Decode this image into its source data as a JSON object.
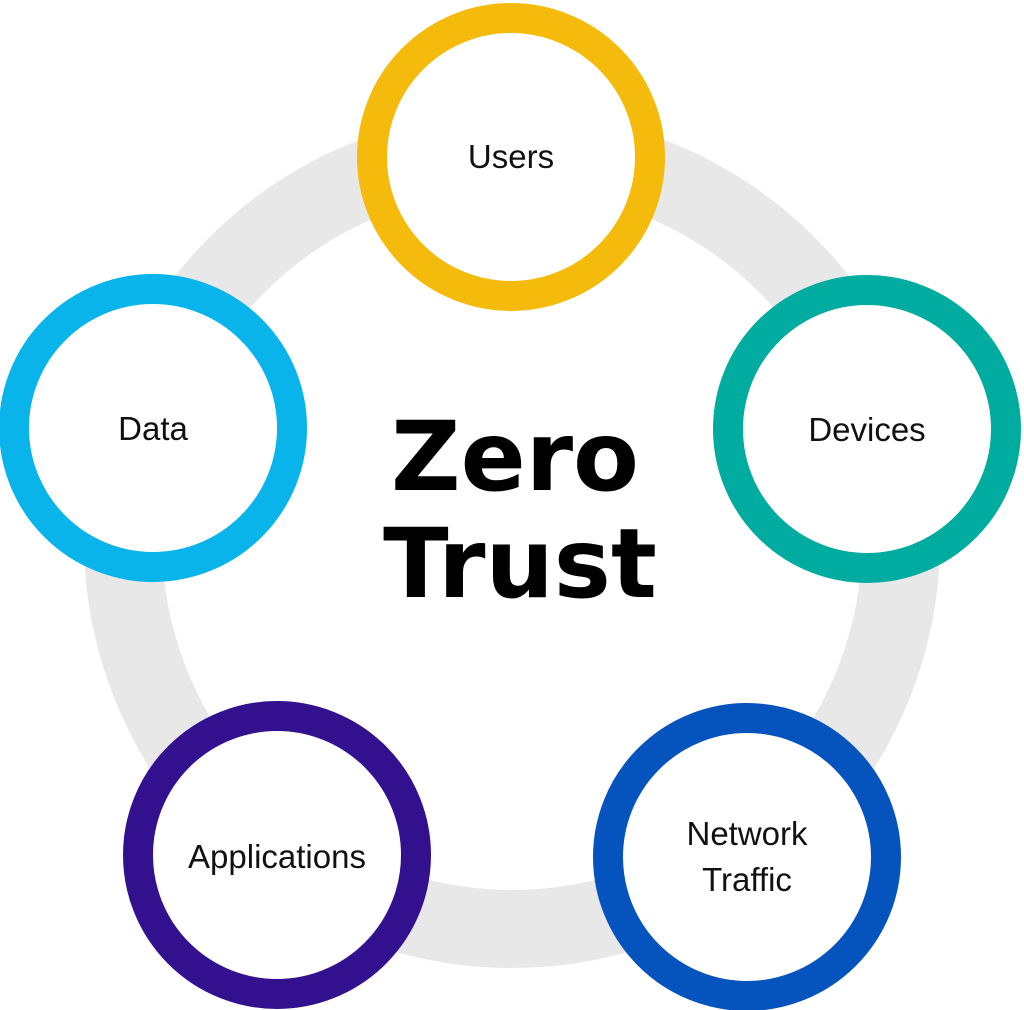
{
  "center": {
    "line1": "Zero",
    "line2": "Trust"
  },
  "ring_color": "#e8e8e8",
  "nodes": [
    {
      "id": "users",
      "lines": [
        "Users"
      ],
      "color": "#f5bb0c"
    },
    {
      "id": "devices",
      "lines": [
        "Devices"
      ],
      "color": "#00ab9f"
    },
    {
      "id": "network-traffic",
      "lines": [
        "Network",
        "Traffic"
      ],
      "color": "#0553bc"
    },
    {
      "id": "applications",
      "lines": [
        "Applications"
      ],
      "color": "#33108e"
    },
    {
      "id": "data",
      "lines": [
        "Data"
      ],
      "color": "#08b4ea"
    }
  ]
}
